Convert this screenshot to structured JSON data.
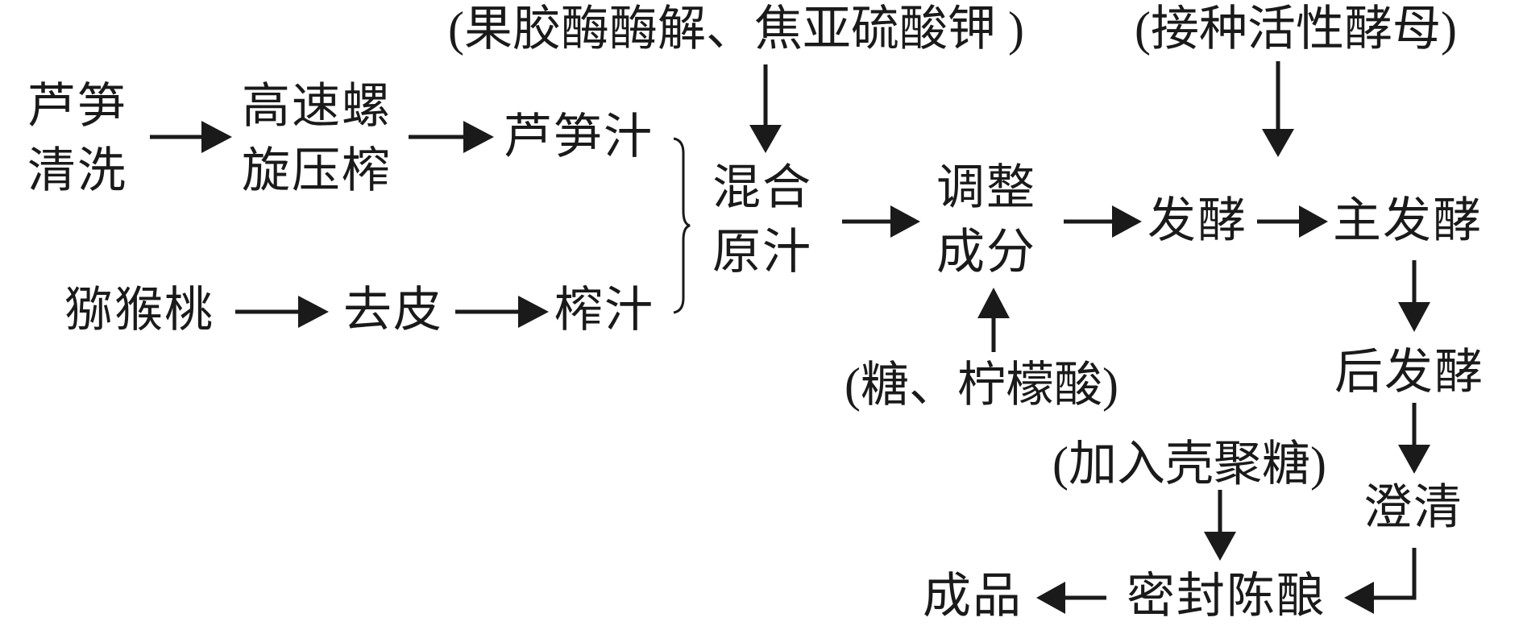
{
  "diagram": {
    "title": "",
    "type": "process-flow",
    "ink_color": "#1a1a1a",
    "background": "#ffffff",
    "nodes": {
      "asparagus_wash": {
        "lines": [
          "芦笋",
          "清洗"
        ]
      },
      "screw_press": {
        "lines": [
          "高速螺",
          "旋压榨"
        ]
      },
      "asparagus_juice": {
        "lines": [
          "芦笋汁"
        ]
      },
      "kiwi": {
        "lines": [
          "猕猴桃"
        ]
      },
      "peel": {
        "lines": [
          "去皮"
        ]
      },
      "kiwi_juice": {
        "lines": [
          "榨汁"
        ]
      },
      "mixed_juice": {
        "lines": [
          "混合",
          "原汁"
        ]
      },
      "adjust": {
        "lines": [
          "调整",
          "成分"
        ]
      },
      "ferment": {
        "lines": [
          "发酵"
        ]
      },
      "main_ferment": {
        "lines": [
          "主发酵"
        ]
      },
      "post_ferment": {
        "lines": [
          "后发酵"
        ]
      },
      "clarify": {
        "lines": [
          "澄清"
        ]
      },
      "seal_age": {
        "lines": [
          "密封陈酿"
        ]
      },
      "product": {
        "lines": [
          "成品"
        ]
      }
    },
    "annotations": {
      "enzyme": "(果胶酶酶解、焦亚硫酸钾 )",
      "yeast": "(接种活性酵母)",
      "sugar_acid": "(糖、柠檬酸)",
      "chitosan": "(加入壳聚糖)"
    },
    "edges": [
      {
        "from": "asparagus_wash",
        "to": "screw_press"
      },
      {
        "from": "screw_press",
        "to": "asparagus_juice"
      },
      {
        "from": "kiwi",
        "to": "peel"
      },
      {
        "from": "peel",
        "to": "kiwi_juice"
      },
      {
        "from": [
          "asparagus_juice",
          "kiwi_juice"
        ],
        "to": "mixed_juice",
        "style": "brace"
      },
      {
        "from": "enzyme",
        "to": "mixed_juice"
      },
      {
        "from": "mixed_juice",
        "to": "adjust"
      },
      {
        "from": "sugar_acid",
        "to": "adjust"
      },
      {
        "from": "adjust",
        "to": "ferment"
      },
      {
        "from": "yeast",
        "to": "main_ferment"
      },
      {
        "from": "ferment",
        "to": "main_ferment"
      },
      {
        "from": "main_ferment",
        "to": "post_ferment"
      },
      {
        "from": "post_ferment",
        "to": "clarify"
      },
      {
        "from": "clarify",
        "to": "seal_age",
        "style": "elbow"
      },
      {
        "from": "chitosan",
        "to": "seal_age"
      },
      {
        "from": "seal_age",
        "to": "product"
      }
    ]
  }
}
